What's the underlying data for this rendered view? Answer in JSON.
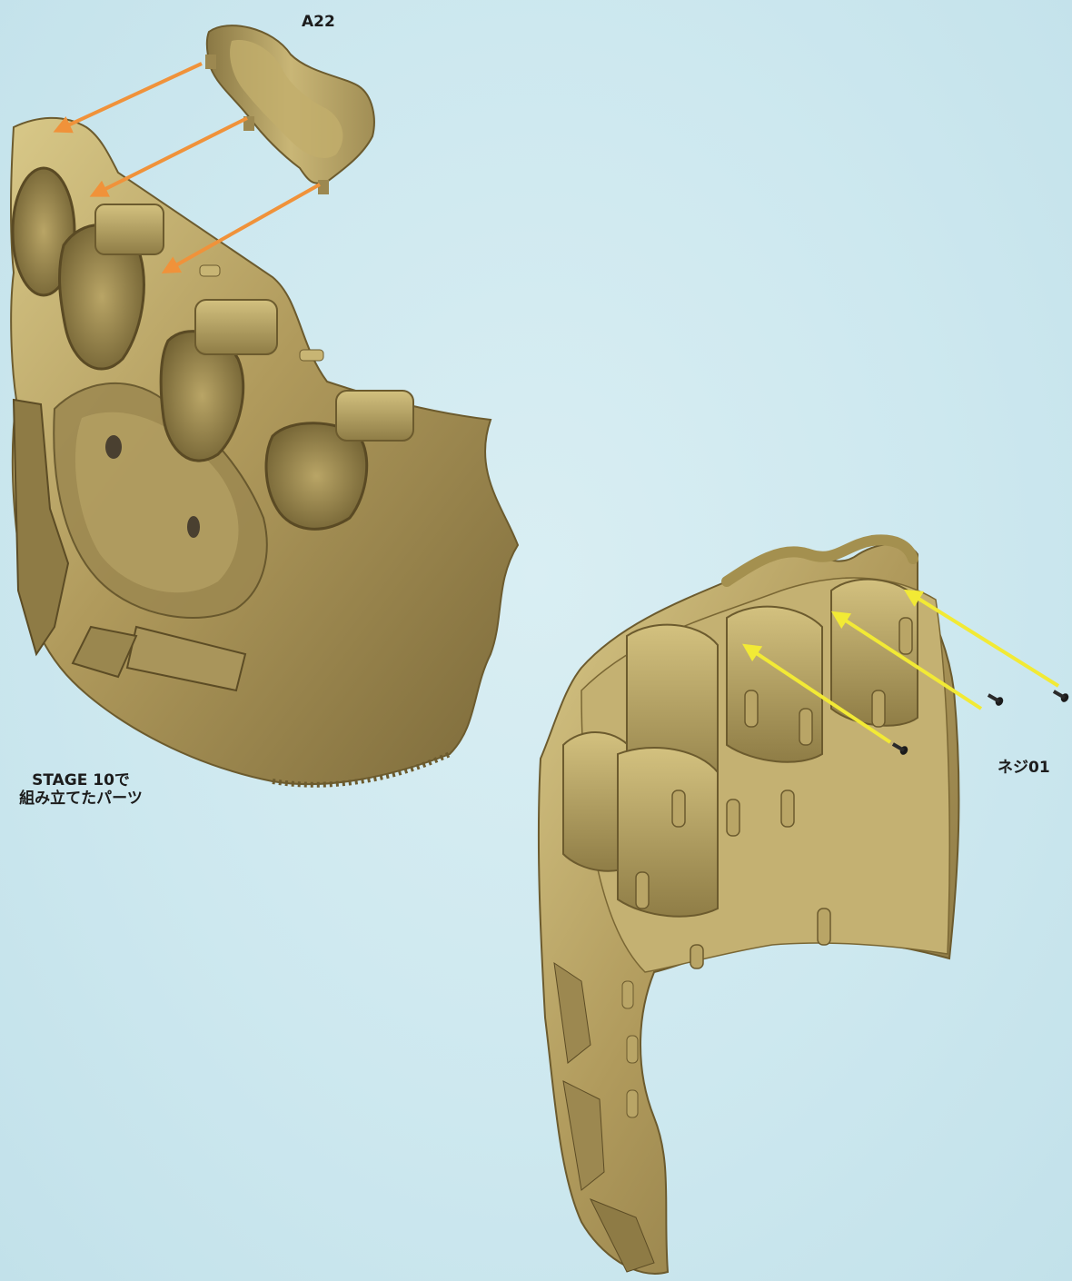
{
  "labels": {
    "part_a22": "A22",
    "stage_line1": "STAGE 10で",
    "stage_line2": "組み立てたパーツ",
    "screw": "ネジ01"
  },
  "colors": {
    "background": "#cde8ef",
    "brass": "#b7a165",
    "brass_dark": "#7f6d3b",
    "brass_light": "#dccd93",
    "orange_arrow": "#f0923a",
    "yellow_arrow": "#f2ea35",
    "screw": "#1b1b1b"
  },
  "icons": {
    "screws": "screw-icon",
    "arrows": "assembly-arrow"
  }
}
